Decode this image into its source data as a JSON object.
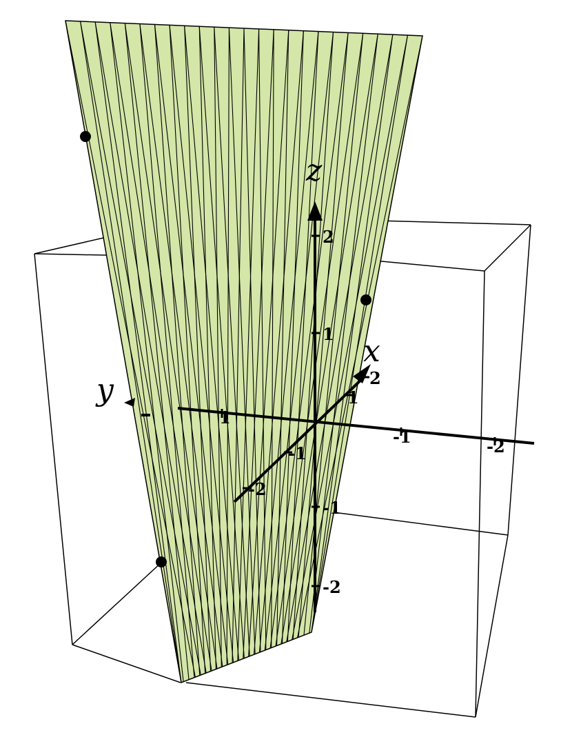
{
  "axes": {
    "x": {
      "label": "x",
      "ticks": [
        "2",
        "1",
        "-1",
        "-2"
      ]
    },
    "y": {
      "label": "y",
      "ticks": [
        "1",
        "-1",
        "-2"
      ]
    },
    "z": {
      "label": "z",
      "ticks": [
        "2",
        "1",
        "-1",
        "-2"
      ]
    }
  },
  "colors": {
    "plane": "#d4e6a8",
    "lines": "#000000",
    "background": "#ffffff"
  }
}
